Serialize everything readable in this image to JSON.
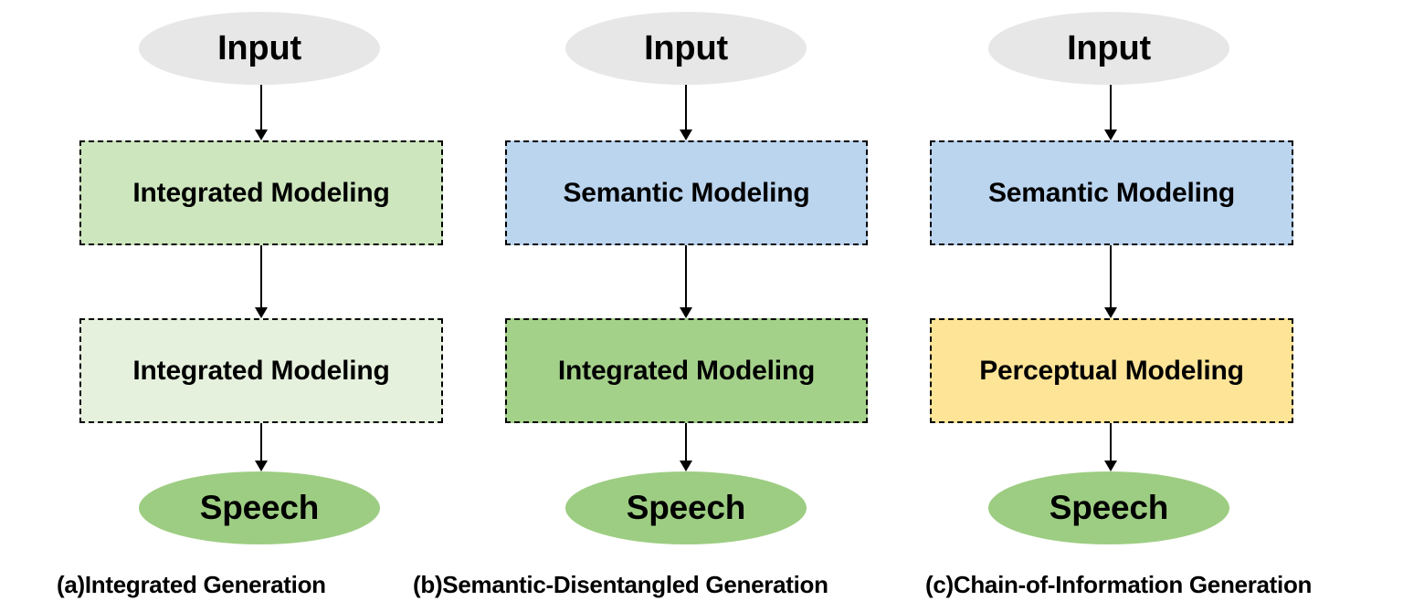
{
  "figure": {
    "type": "diagram",
    "background": "#ffffff",
    "node_colors": {
      "input_gray": "#e7e7e7",
      "speech_green": "#9dcd82",
      "integrated_light_green": "#cde6be",
      "integrated_pale_green": "#e5f1dd",
      "integrated_medium_green": "#a4d18a",
      "semantic_blue": "#bbd5ef",
      "perceptual_yellow": "#fde497",
      "border_black": "#000000"
    }
  },
  "panels": [
    {
      "id": "a",
      "caption": "(a)Integrated Generation",
      "nodes": {
        "input": "Input",
        "stage1": "Integrated Modeling",
        "stage2": "Integrated Modeling",
        "output": "Speech"
      },
      "colors": {
        "stage1": "#cde6be",
        "stage2": "#e5f1dd"
      }
    },
    {
      "id": "b",
      "caption": "(b)Semantic-Disentangled Generation",
      "nodes": {
        "input": "Input",
        "stage1": "Semantic Modeling",
        "stage2": "Integrated Modeling",
        "output": "Speech"
      },
      "colors": {
        "stage1": "#bbd5ef",
        "stage2": "#a4d18a"
      }
    },
    {
      "id": "c",
      "caption": "(c)Chain-of-Information Generation",
      "nodes": {
        "input": "Input",
        "stage1": "Semantic Modeling",
        "stage2": "Perceptual Modeling",
        "output": "Speech"
      },
      "colors": {
        "stage1": "#bbd5ef",
        "stage2": "#fde497"
      }
    }
  ]
}
